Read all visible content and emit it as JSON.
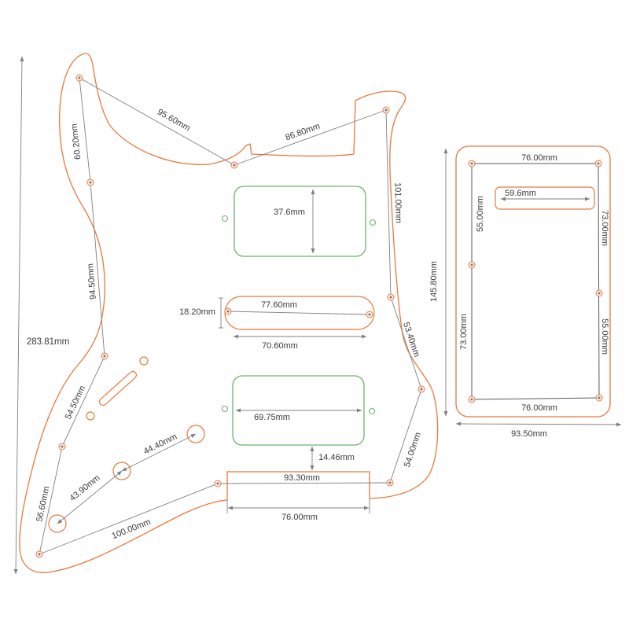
{
  "colors": {
    "background": "#ffffff",
    "outline": "#e8793d",
    "pickup_route": "#6cb46c",
    "dimension_line": "#808080",
    "plate_line": "#5a5a5a",
    "label_text": "#3a3a3a"
  },
  "pickguard": {
    "overall_height": "283.81mm",
    "screw_dims": {
      "horn_to_neck": "95.60mm",
      "neck_to_treble_horn": "86.80mm",
      "bass_side_upper": "60.20mm",
      "bass_side_middle": "94.50mm",
      "bass_side_lower": "54.50mm",
      "bass_side_bottom": "56.60mm",
      "treble_side_upper": "101.00mm",
      "treble_side_middle": "53.40mm",
      "treble_side_lower": "54.00mm",
      "bottom_diagonal": "100.00mm",
      "bottom_straight": "93.30mm"
    },
    "cutout_width": "76.00mm",
    "pickup_dims": {
      "neck_height": "37.6mm",
      "middle_screw_spacing": "77.60mm",
      "middle_height": "18.20mm",
      "middle_length": "70.60mm",
      "bridge_width": "69.75mm",
      "bridge_to_cutout": "14.46mm"
    },
    "control_dims": {
      "upper_pot_spacing": "44.40mm",
      "lower_pot_spacing": "43.90mm"
    }
  },
  "backplate": {
    "outer_width": "93.50mm",
    "outer_height": "145.80mm",
    "top_screw_spacing": "76.00mm",
    "bottom_screw_spacing": "76.00mm",
    "slot_length": "59.6mm",
    "left_upper": "55.00mm",
    "left_lower": "73.00mm",
    "right_upper": "73.00mm",
    "right_lower": "55.00mm"
  }
}
